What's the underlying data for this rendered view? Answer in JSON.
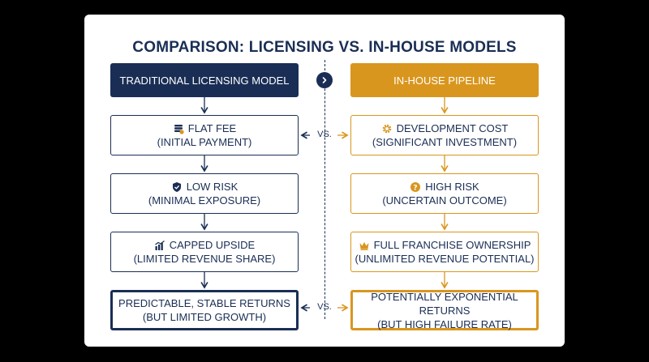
{
  "title": "COMPARISON: LICENSING VS. IN-HOUSE MODELS",
  "colors": {
    "navy": "#1a2e55",
    "gold": "#d9961e"
  },
  "left": {
    "header": "TRADITIONAL LICENSING MODEL",
    "items": [
      {
        "title": "FLAT FEE",
        "subtitle": "(INITIAL PAYMENT)",
        "icon": "coins-icon"
      },
      {
        "title": "LOW RISK",
        "subtitle": "(MINIMAL EXPOSURE)",
        "icon": "shield-check-icon"
      },
      {
        "title": "CAPPED UPSIDE",
        "subtitle": "(LIMITED REVENUE SHARE)",
        "icon": "bar-chart-icon"
      }
    ],
    "result": {
      "line1": "PREDICTABLE, STABLE RETURNS",
      "line2": "(BUT LIMITED GROWTH)"
    }
  },
  "right": {
    "header": "IN-HOUSE PIPELINE",
    "items": [
      {
        "title": "DEVELOPMENT COST",
        "subtitle": "(SIGNIFICANT INVESTMENT)",
        "icon": "gear-icon"
      },
      {
        "title": "HIGH RISK",
        "subtitle": "(UNCERTAIN OUTCOME)",
        "icon": "question-icon"
      },
      {
        "title": "FULL FRANCHISE OWNERSHIP",
        "subtitle": "(UNLIMITED REVENUE POTENTIAL)",
        "icon": "crown-icon"
      }
    ],
    "result": {
      "line1": "POTENTIALLY EXPONENTIAL RETURNS",
      "line2": "(BUT HIGH FAILURE RATE)"
    }
  },
  "vs_label": "VS.",
  "nav_icon": "chevron-right-icon"
}
